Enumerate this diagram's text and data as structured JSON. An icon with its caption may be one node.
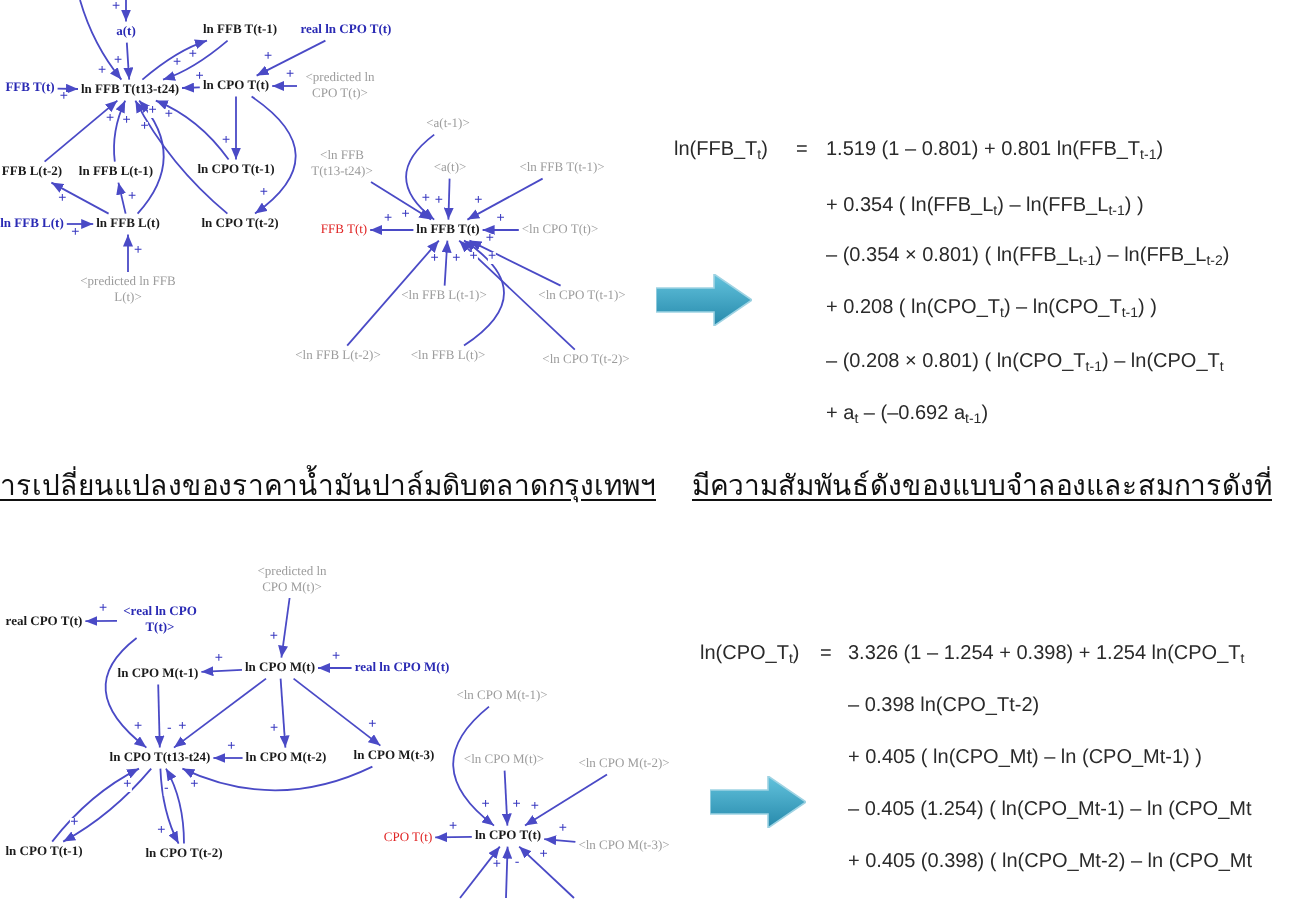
{
  "diagram": {
    "nodes": [
      {
        "text": [
          "a(t)"
        ]
      },
      {
        "text": [
          "ln FFB T(t-1)"
        ]
      },
      {
        "text": [
          "real ln CPO T(t)"
        ]
      },
      {
        "text": [
          "FFB T(t)"
        ]
      },
      {
        "text": [
          "ln FFB T(t13-t24)"
        ]
      },
      {
        "text": [
          "ln CPO T(t)"
        ]
      },
      {
        "text": [
          "<predicted ln CPO T(t)>"
        ]
      },
      {
        "text": [
          "FFB L(t-2)"
        ]
      },
      {
        "text": [
          "ln FFB L(t-1)"
        ]
      },
      {
        "text": [
          "ln CPO T(t-1)"
        ]
      },
      {
        "text": [
          "ln FFB L(t)"
        ]
      },
      {
        "text": [
          "ln FFB L(t)"
        ]
      },
      {
        "text": [
          "ln CPO T(t-2)"
        ]
      },
      {
        "text": [
          "<predicted ln FFB L(t)>"
        ]
      },
      {
        "text": [
          "<a(t-1)>"
        ]
      },
      {
        "text": [
          "<ln FFB T(t13-t24)>"
        ]
      },
      {
        "text": [
          "<a(t)>"
        ]
      },
      {
        "text": [
          "<ln FFB T(t-1)>"
        ]
      },
      {
        "text": [
          "FFB T(t)"
        ]
      },
      {
        "text": [
          "ln FFB T(t)"
        ]
      },
      {
        "text": [
          "<ln CPO T(t)>"
        ]
      },
      {
        "text": [
          "<ln FFB L(t-1)>"
        ]
      },
      {
        "text": [
          "<ln CPO T(t-1)>"
        ]
      },
      {
        "text": [
          "<ln FFB L(t-2)>"
        ]
      },
      {
        "text": [
          "<ln FFB L(t)>"
        ]
      },
      {
        "text": [
          "<ln CPO T(t-2)>"
        ]
      },
      {
        "text": [
          "<predicted ln CPO M(t)>"
        ]
      },
      {
        "text": [
          "real CPO T(t)"
        ]
      },
      {
        "text": [
          "<real ln CPO T(t)>"
        ]
      },
      {
        "text": [
          "ln CPO M(t-1)"
        ]
      },
      {
        "text": [
          "ln CPO M(t)"
        ]
      },
      {
        "text": [
          "real ln CPO M(t)"
        ]
      },
      {
        "text": [
          "ln CPO T(t13-t24)"
        ]
      },
      {
        "text": [
          "ln CPO M(t-2)"
        ]
      },
      {
        "text": [
          "ln CPO M(t-3)"
        ]
      },
      {
        "text": [
          "ln CPO T(t-1)"
        ]
      },
      {
        "text": [
          "ln CPO T(t-2)"
        ]
      },
      {
        "text": [
          "<ln CPO M(t-1)>"
        ]
      },
      {
        "text": [
          "<ln CPO M(t)>"
        ]
      },
      {
        "text": [
          "<ln CPO M(t-2)>"
        ]
      },
      {
        "text": [
          "CPO T(t)"
        ]
      },
      {
        "text": [
          "ln CPO T(t)"
        ]
      },
      {
        "text": [
          "<ln CPO M(t-3)>"
        ]
      }
    ],
    "edges": [
      {
        "from": null,
        "to": 0,
        "arrow": "to",
        "label": "+"
      },
      {
        "from": null,
        "to": 4,
        "arrow": "to",
        "label": "+"
      },
      {
        "from": 0,
        "to": 4,
        "arrow": "to",
        "label": "+"
      },
      {
        "from": 4,
        "to": 1,
        "arrow": "to",
        "label": "+"
      },
      {
        "from": 1,
        "to": 4,
        "arrow": "to",
        "label": "+"
      },
      {
        "from": 2,
        "to": 5,
        "arrow": "to",
        "label": "+"
      },
      {
        "from": 6,
        "to": 5,
        "arrow": "to",
        "label": "+"
      },
      {
        "from": 5,
        "to": 4,
        "arrow": "to",
        "label": "+"
      },
      {
        "from": 3,
        "to": 4,
        "arrow": "to",
        "label": "+"
      },
      {
        "from": 5,
        "to": 9,
        "arrow": "to",
        "label": "+"
      },
      {
        "from": 5,
        "to": 12,
        "arrow": "to",
        "label": "+"
      },
      {
        "from": 9,
        "to": 4,
        "arrow": "to",
        "label": "+"
      },
      {
        "from": 12,
        "to": 4,
        "arrow": "to",
        "label": "+"
      },
      {
        "from": 11,
        "to": 7,
        "arrow": "to",
        "label": "+"
      },
      {
        "from": 11,
        "to": 8,
        "arrow": "to",
        "label": "+"
      },
      {
        "from": 11,
        "to": 4,
        "arrow": "to",
        "label": "+"
      },
      {
        "from": 8,
        "to": 4,
        "arrow": "to",
        "label": "+"
      },
      {
        "from": 7,
        "to": 4,
        "arrow": "to",
        "label": "+"
      },
      {
        "from": 10,
        "to": 11,
        "arrow": "to",
        "label": "+"
      },
      {
        "from": 13,
        "to": 11,
        "arrow": "to",
        "label": "+"
      },
      {
        "from": 14,
        "to": 19,
        "arrow": "to",
        "label": "+"
      },
      {
        "from": 15,
        "to": 19,
        "arrow": "to",
        "label": "+"
      },
      {
        "from": 16,
        "to": 19,
        "arrow": "to",
        "label": "+"
      },
      {
        "from": 17,
        "to": 19,
        "arrow": "to",
        "label": "+"
      },
      {
        "from": 19,
        "to": 18,
        "arrow": "to",
        "label": "+"
      },
      {
        "from": 20,
        "to": 19,
        "arrow": "to",
        "label": "+"
      },
      {
        "from": 21,
        "to": 19,
        "arrow": "to",
        "label": "+"
      },
      {
        "from": 22,
        "to": 19,
        "arrow": "to",
        "label": "+"
      },
      {
        "from": 23,
        "to": 19,
        "arrow": "to",
        "label": "+"
      },
      {
        "from": 24,
        "to": 19,
        "arrow": "to",
        "label": "+"
      },
      {
        "from": 25,
        "to": 19,
        "arrow": "to",
        "label": "+"
      },
      {
        "from": 26,
        "to": 30,
        "arrow": "to",
        "label": "+"
      },
      {
        "from": 31,
        "to": 30,
        "arrow": "to",
        "label": "+"
      },
      {
        "from": 30,
        "to": 29,
        "arrow": "to",
        "label": "+"
      },
      {
        "from": 28,
        "to": 27,
        "arrow": "to",
        "label": "+"
      },
      {
        "from": 28,
        "to": 32,
        "arrow": "to",
        "label": "+"
      },
      {
        "from": 29,
        "to": 32,
        "arrow": "to",
        "label": "-"
      },
      {
        "from": 30,
        "to": 32,
        "arrow": "to",
        "label": "+"
      },
      {
        "from": 30,
        "to": 33,
        "arrow": "to",
        "label": "+"
      },
      {
        "from": 30,
        "to": 34,
        "arrow": "to",
        "label": "+"
      },
      {
        "from": 33,
        "to": 32,
        "arrow": "to",
        "label": "+"
      },
      {
        "from": 34,
        "to": 32,
        "arrow": "to",
        "label": "+"
      },
      {
        "from": 32,
        "to": 35,
        "arrow": "to",
        "label": "+"
      },
      {
        "from": 35,
        "to": 32,
        "arrow": "to",
        "label": "+"
      },
      {
        "from": 32,
        "to": 36,
        "arrow": "to",
        "label": "+"
      },
      {
        "from": 36,
        "to": 32,
        "arrow": "to",
        "label": "-"
      },
      {
        "from": 37,
        "to": 41,
        "arrow": "to",
        "label": "+"
      },
      {
        "from": 38,
        "to": 41,
        "arrow": "to",
        "label": "+"
      },
      {
        "from": 39,
        "to": 41,
        "arrow": "to",
        "label": "+"
      },
      {
        "from": 41,
        "to": 40,
        "arrow": "to",
        "label": "+"
      },
      {
        "from": 42,
        "to": 41,
        "arrow": "to",
        "label": "+"
      },
      {
        "from": null,
        "to": 41,
        "arrow": "to",
        "label": "+"
      },
      {
        "from": null,
        "to": 41,
        "arrow": "to",
        "label": "-"
      },
      {
        "from": null,
        "to": 41,
        "arrow": "to",
        "label": "+"
      }
    ],
    "labels": [
      "ln(FFB_T$_{t}$)",
      "=",
      "1.519 (1 – 0.801) + 0.801 ln(FFB_T$_{t-1}$)",
      "+ 0.354 ( ln(FFB_L$_{t}$) – ln(FFB_L$_{t-1}$) )",
      "– (0.354 × 0.801) ( ln(FFB_L$_{t-1}$) – ln(FFB_L$_{t-2}$)",
      "+ 0.208 ( ln(CPO_T$_{t}$) – ln(CPO_T$_{t-1}$) )",
      "– (0.208 × 0.801) ( ln(CPO_T$_{t-1}$) – ln(CPO_T$_{t}$",
      "+ a$_{t}$ – (–0.692 a$_{t-1}$)",
      "ารเปลี่ยนแปลงของราคาน้ำมันปาล์มดิบตลาดกรุงเทพฯ",
      "มีความสัมพันธ์ดังของแบบจำลองและสมการดังที่",
      "ln(CPO_T$_{t}$)",
      "=",
      "3.326 (1 – 1.254 + 0.398) + 1.254 ln(CPO_T$_{t}$",
      "– 0.398 ln(CPO_Tt-2)",
      "+ 0.405 ( ln(CPO_Mt) – ln (CPO_Mt-1) )",
      "– 0.405 (1.254) ( ln(CPO_Mt-1) – ln (CPO_Mt",
      "+ 0.405 (0.398) ( ln(CPO_Mt-2) – ln (CPO_Mt"
    ]
  }
}
